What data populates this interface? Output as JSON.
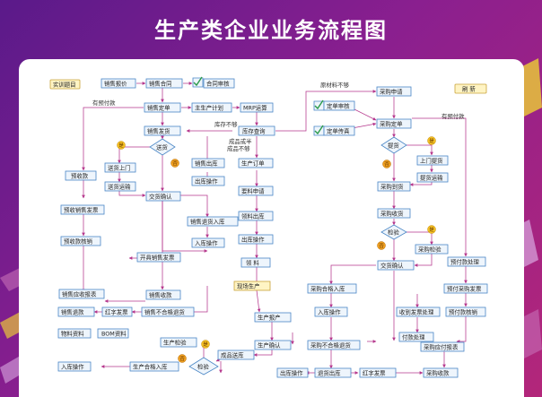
{
  "title": "生产类企业业务流程图",
  "side_labels": {
    "left": "实训题目",
    "right": "刷 新"
  },
  "nodes": {
    "sales_quote": "销售报价",
    "sales_contract": "销售合同",
    "contract_review": "合同审核",
    "sales_order": "销售定单",
    "main_plan": "主生产计划",
    "mrp": "MRP运算",
    "stock_query": "库存查询",
    "sales_ship": "销售发货",
    "stock_out_label": "库存不够",
    "shipping": "送货",
    "send_door": "送货上门",
    "send_transport": "送货运输",
    "sales_out": "销售出库",
    "out_op": "出库操作",
    "trade_confirm": "交货确认",
    "prepay": "预收款",
    "prepay_invoice": "预收销售发票",
    "prepay_write": "预收款核销",
    "open_invoice": "开具销售发票",
    "sales_return_in": "销售退货入库",
    "in_op": "入库操作",
    "sales_receipt": "销售收款",
    "ar_report": "销售应收报表",
    "red_invoice": "红字发票",
    "sales_ng_return": "销售不合格退货",
    "sales_return": "销售退款",
    "material_data": "物料资料",
    "bom_data": "BOM资料",
    "prod_order": "生产订单",
    "pick_apply": "要料申请",
    "pick_out": "领料出库",
    "out_op2": "出库操作",
    "pick": "领 料",
    "produce": "现场生产",
    "prod_report": "生产报产",
    "prod_confirm": "生产确认",
    "finish_send": "成品送库",
    "check": "检验",
    "prod_check": "生产检验",
    "prod_ok_in": "生产合格入库",
    "in_op2": "入库操作",
    "purchase_apply": "采购申请",
    "order_review": "定单审核",
    "order_fax": "定单传真",
    "purchase_order": "采购定单",
    "pickup": "提货",
    "door_pickup": "上门提货",
    "pickup_transport": "提货运输",
    "purchase_to": "采购到货",
    "purchase_receive": "采购收货",
    "inspect": "检验",
    "purchase_inspect": "采购检验",
    "trade_confirm2": "交货确认",
    "prepay_handle": "预付款处理",
    "prepay_purchase_invoice": "预付采购发票",
    "prepay_write2": "预付款核销",
    "purchase_ok_in": "采购合格入库",
    "in_op3": "入库操作",
    "purchase_ng_return": "采购不合格退货",
    "recv_invoice": "收到发票处理",
    "pay_handle": "付款处理",
    "ap_report": "采购应付报表",
    "out_op3": "出库操作",
    "return_out": "退货出库",
    "red_invoice2": "红字发票",
    "purchase_refund": "采购收款"
  },
  "edge_labels": {
    "prepaid": "有预付款",
    "raw_short": "原材料不够",
    "finished_short1": "成品或半",
    "finished_short2": "成品不够",
    "prepaid2": "有预付款"
  },
  "badges": {
    "yes": "是",
    "no": "否"
  },
  "colors": {
    "accent": "#b5368c",
    "node_border": "#4a86c5",
    "node_fill": "#eef5fc"
  }
}
